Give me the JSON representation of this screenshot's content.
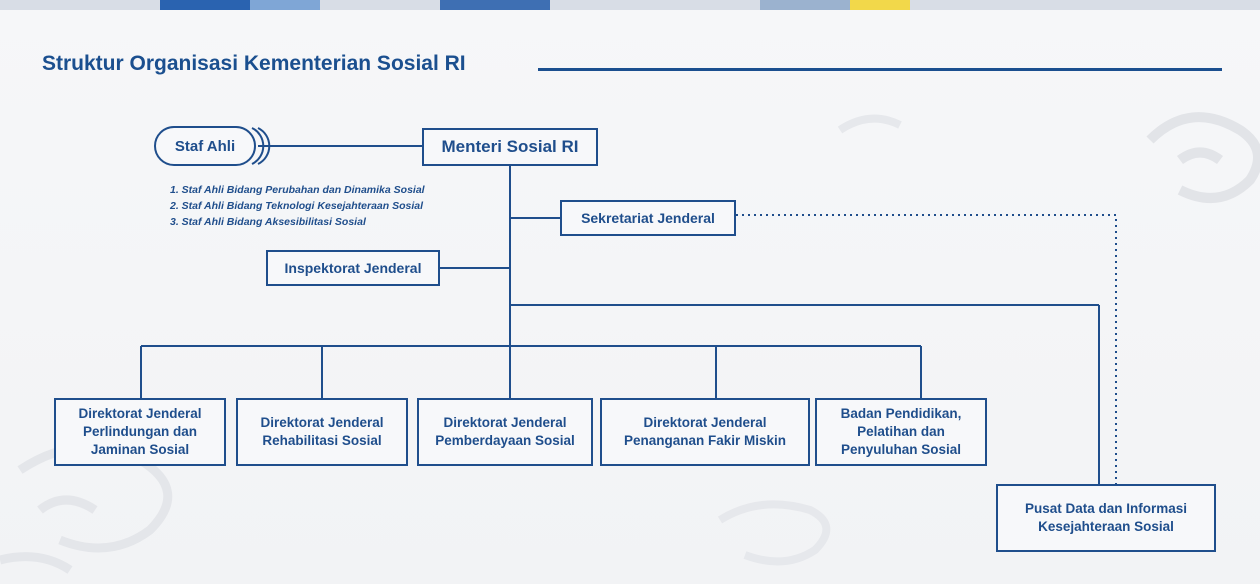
{
  "title": "Struktur Organisasi Kementerian Sosial RI",
  "colors": {
    "primary": "#1f4e8c",
    "background": "#f3f4f6",
    "band_yellow": "#f2d84a"
  },
  "nodes": {
    "menteri": "Menteri Sosial RI",
    "staf_ahli": "Staf Ahli",
    "sekjen": "Sekretariat Jenderal",
    "irjen": "Inspektorat Jenderal",
    "dirjen_1": "Direktorat Jenderal Perlindungan dan Jaminan Sosial",
    "dirjen_2": "Direktorat Jenderal Rehabilitasi Sosial",
    "dirjen_3": "Direktorat Jenderal Pemberdayaan Sosial",
    "dirjen_4": "Direktorat Jenderal Penanganan Fakir Miskin",
    "badan": "Badan Pendidikan, Pelatihan dan Penyuluhan Sosial",
    "pusdatin": "Pusat Data dan Informasi Kesejahteraan Sosial"
  },
  "staf_ahli_list": [
    "1. Staf Ahli Bidang Perubahan dan Dinamika Sosial",
    "2. Staf Ahli Bidang Teknologi Kesejahteraan Sosial",
    "3. Staf Ahli Bidang Aksesibilitasi Sosial"
  ]
}
